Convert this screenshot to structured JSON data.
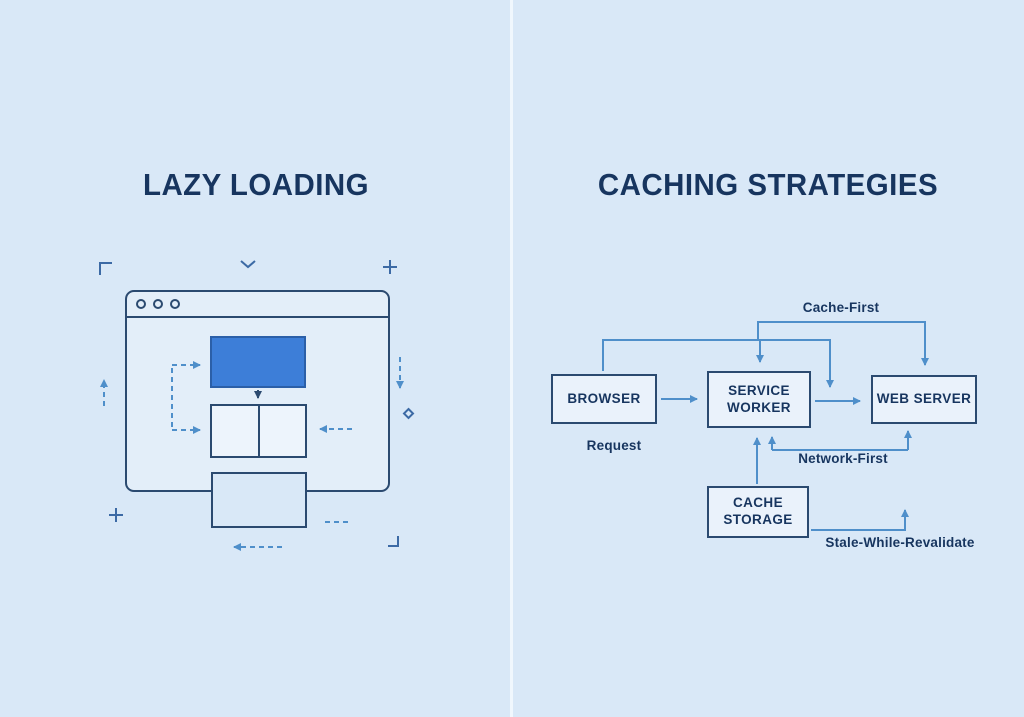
{
  "colors": {
    "bg": "#d9e8f7",
    "divider": "#f0f7fd",
    "navy": "#17355f",
    "ink": "#2b4a70",
    "arrow_blue": "#4f8fca",
    "mark_blue": "#3c6aa5",
    "fill_blue": "#3d7ed8",
    "fill_blue_border": "#2b5fa8"
  },
  "left": {
    "title": "LAZY LOADING",
    "icons": {
      "window_controls": "three-circle-window-buttons",
      "decorations": [
        "corner-bracket",
        "plus-mark",
        "diamond-mark",
        "chevron-mark",
        "dashed-arrows"
      ]
    }
  },
  "right": {
    "title": "CACHING STRATEGIES",
    "nodes": {
      "browser": "BROWSER",
      "service_worker": "SERVICE WORKER",
      "web_server": "WEB SERVER",
      "cache_storage": "CACHE STORAGE"
    },
    "labels": {
      "cache_first": "Cache-First",
      "request": "Request",
      "network_first": "Network-First",
      "stale_while_revalidate": "Stale-While-Revalidate"
    },
    "edges": [
      {
        "from": "BROWSER",
        "to": "SERVICE WORKER",
        "label": "Request"
      },
      {
        "from": "SERVICE WORKER",
        "to": "WEB SERVER",
        "label": ""
      },
      {
        "from": "BROWSER",
        "to": "WEB SERVER",
        "label": "Cache-First",
        "via": "top"
      },
      {
        "from": "CACHE STORAGE",
        "to": "SERVICE WORKER",
        "label": ""
      },
      {
        "from": "WEB SERVER",
        "to": "SERVICE WORKER",
        "label": "Network-First",
        "via": "bottom"
      },
      {
        "from": "CACHE STORAGE",
        "to": "WEB SERVER",
        "label": "Stale-While-Revalidate",
        "via": "bottom"
      }
    ]
  }
}
